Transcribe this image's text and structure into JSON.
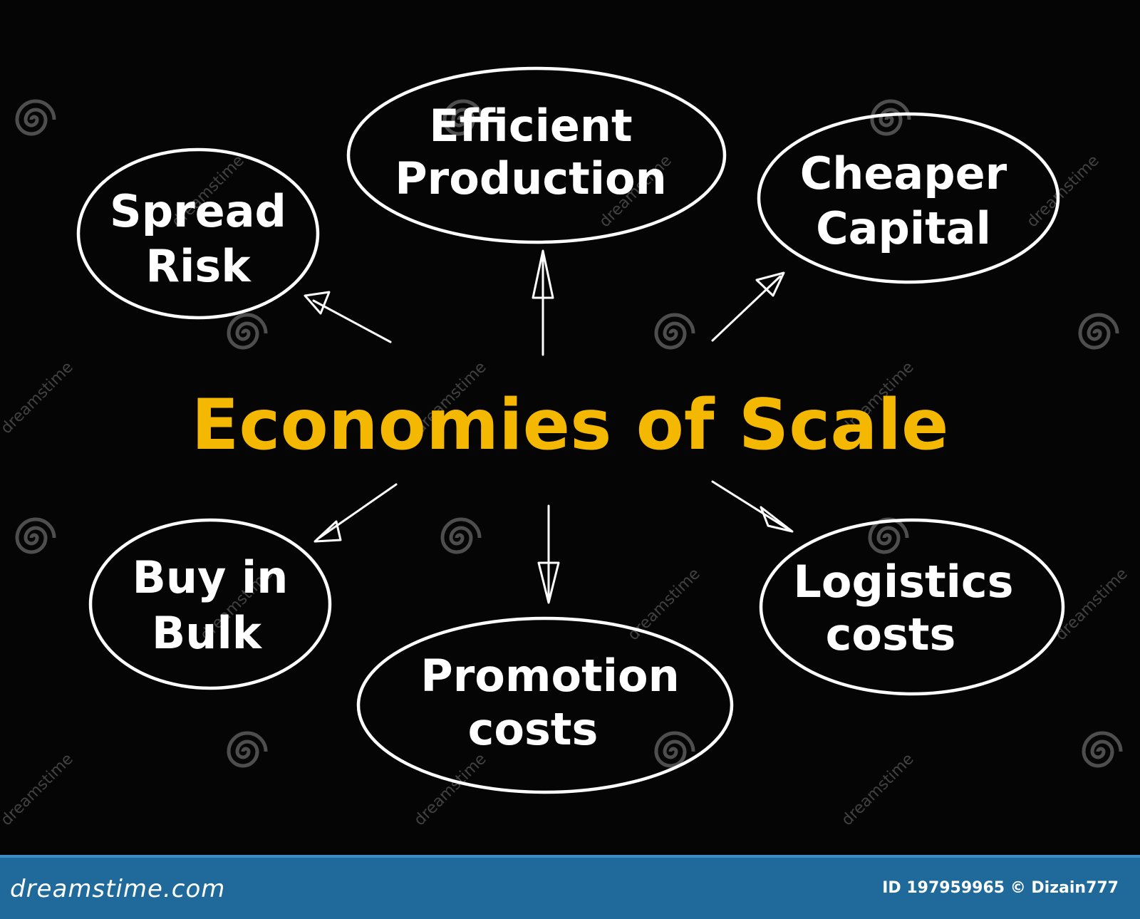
{
  "diagram": {
    "title": "Economies of Scale",
    "colors": {
      "background": "#050505",
      "title": "#f5b800",
      "nodes": "#ffffff"
    },
    "nodes": [
      {
        "id": "spread-risk",
        "lines": [
          "Spread",
          "Risk"
        ]
      },
      {
        "id": "efficient-production",
        "lines": [
          "Efficient",
          "Production"
        ]
      },
      {
        "id": "cheaper-capital",
        "lines": [
          "Cheaper",
          "Capital"
        ]
      },
      {
        "id": "buy-in-bulk",
        "lines": [
          "Buy in",
          "Bulk"
        ]
      },
      {
        "id": "promotion-costs",
        "lines": [
          "Promotion",
          "costs"
        ]
      },
      {
        "id": "logistics-costs",
        "lines": [
          "Logistics",
          "costs"
        ]
      }
    ]
  },
  "watermark": {
    "text": "dreamstime",
    "icon": "spiral-icon"
  },
  "footer": {
    "logo": "dreamstime.com",
    "id_text": "ID 197959965 © Dizain777",
    "color": "#1f6a9a"
  }
}
